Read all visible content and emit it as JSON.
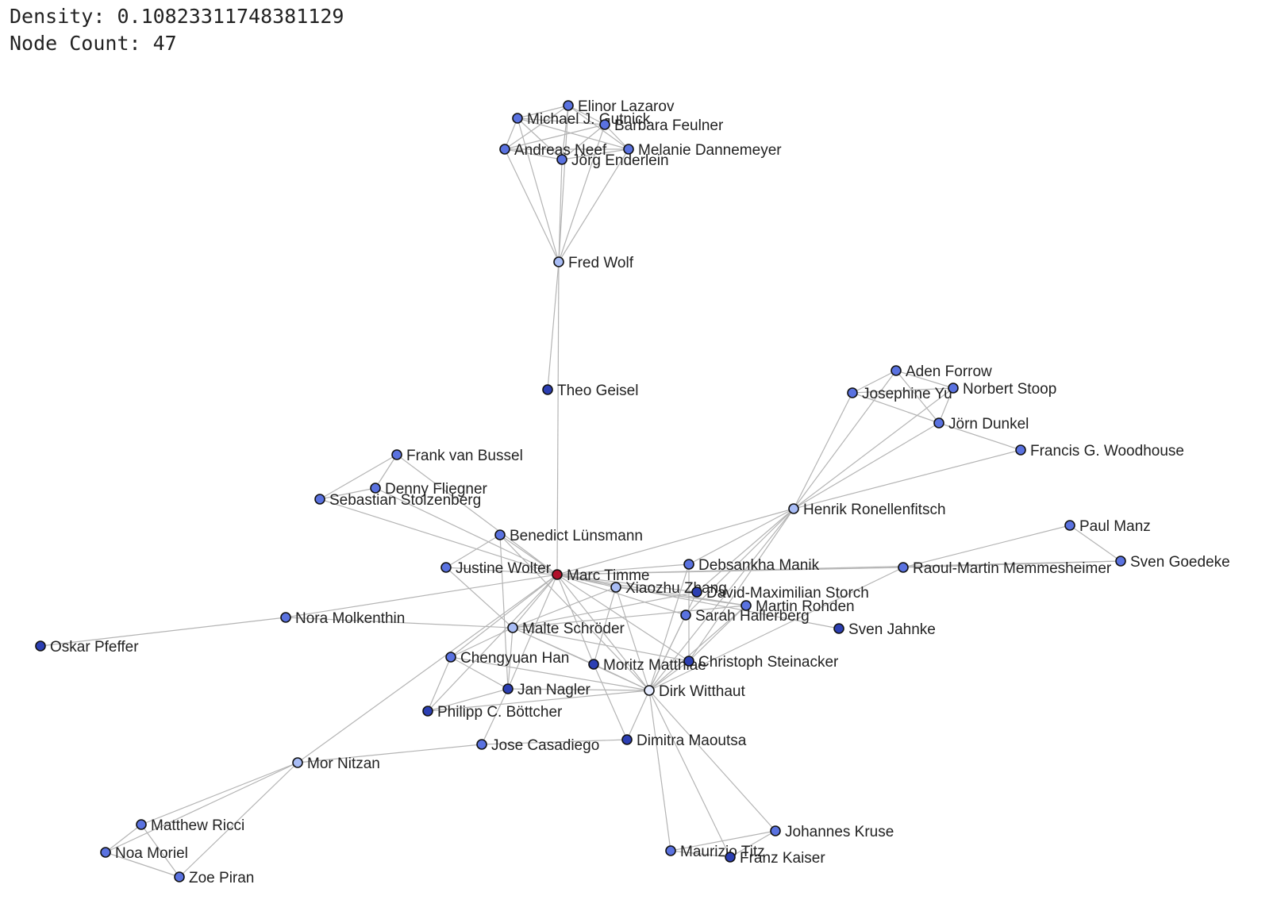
{
  "stats": {
    "density_text": "Density: 0.10823311748381129",
    "node_count_text": "Node Count: 47"
  },
  "colors": {
    "edge": "#b4b4b4",
    "node_stroke": "#111111",
    "label": "#222222",
    "focus_node": "#b0102a",
    "high_degree": "#2c3fb3",
    "mid_degree": "#5a72e0",
    "low_degree": "#a8bcf5",
    "leaf": "#e6ecff"
  },
  "graph": {
    "nodes": [
      {
        "id": "marc_timme",
        "label": "Marc Timme",
        "tone": "focus_node"
      },
      {
        "id": "elinor_lazarov",
        "label": "Elinor Lazarov",
        "tone": "mid_degree"
      },
      {
        "id": "michael_gutnick",
        "label": "Michael J. Gutnick",
        "tone": "mid_degree"
      },
      {
        "id": "barbara_feulner",
        "label": "Barbara Feulner",
        "tone": "mid_degree"
      },
      {
        "id": "andreas_neef",
        "label": "Andreas Neef",
        "tone": "mid_degree"
      },
      {
        "id": "melanie_dannemeyer",
        "label": "Melanie Dannemeyer",
        "tone": "mid_degree"
      },
      {
        "id": "jorg_enderlein",
        "label": "Jörg Enderlein",
        "tone": "mid_degree"
      },
      {
        "id": "fred_wolf",
        "label": "Fred Wolf",
        "tone": "low_degree"
      },
      {
        "id": "theo_geisel",
        "label": "Theo Geisel",
        "tone": "high_degree"
      },
      {
        "id": "aden_forrow",
        "label": "Aden Forrow",
        "tone": "mid_degree"
      },
      {
        "id": "josephine_yu",
        "label": "Josephine Yu",
        "tone": "mid_degree"
      },
      {
        "id": "norbert_stoop",
        "label": "Norbert Stoop",
        "tone": "mid_degree"
      },
      {
        "id": "jorn_dunkel",
        "label": "Jörn Dunkel",
        "tone": "mid_degree"
      },
      {
        "id": "francis_woodhouse",
        "label": "Francis G. Woodhouse",
        "tone": "mid_degree"
      },
      {
        "id": "henrik_ronellenfitsch",
        "label": "Henrik Ronellenfitsch",
        "tone": "low_degree"
      },
      {
        "id": "frank_van_bussel",
        "label": "Frank van Bussel",
        "tone": "mid_degree"
      },
      {
        "id": "denny_fliegner",
        "label": "Denny Fliegner",
        "tone": "mid_degree"
      },
      {
        "id": "sebastian_stolzenberg",
        "label": "Sebastian Stolzenberg",
        "tone": "mid_degree"
      },
      {
        "id": "benedict_lunsmann",
        "label": "Benedict Lünsmann",
        "tone": "mid_degree"
      },
      {
        "id": "justine_wolter",
        "label": "Justine Wolter",
        "tone": "mid_degree"
      },
      {
        "id": "paul_manz",
        "label": "Paul Manz",
        "tone": "mid_degree"
      },
      {
        "id": "sven_goedeke",
        "label": "Sven Goedeke",
        "tone": "mid_degree"
      },
      {
        "id": "raoul_memmesheimer",
        "label": "Raoul-Martin Memmesheimer",
        "tone": "mid_degree"
      },
      {
        "id": "debsankha_manik",
        "label": "Debsankha Manik",
        "tone": "mid_degree"
      },
      {
        "id": "xiaozhu_zhang",
        "label": "Xiaozhu Zhang",
        "tone": "low_degree"
      },
      {
        "id": "david_storch",
        "label": "David-Maximilian Storch",
        "tone": "high_degree"
      },
      {
        "id": "martin_rohden",
        "label": "Martin Rohden",
        "tone": "mid_degree"
      },
      {
        "id": "sarah_hallerberg",
        "label": "Sarah Hallerberg",
        "tone": "mid_degree"
      },
      {
        "id": "sven_jahnke",
        "label": "Sven Jahnke",
        "tone": "high_degree"
      },
      {
        "id": "nora_molkenthin",
        "label": "Nora Molkenthin",
        "tone": "mid_degree"
      },
      {
        "id": "oskar_pfeffer",
        "label": "Oskar Pfeffer",
        "tone": "high_degree"
      },
      {
        "id": "malte_schroder",
        "label": "Malte Schröder",
        "tone": "low_degree"
      },
      {
        "id": "chengyuan_han",
        "label": "Chengyuan Han",
        "tone": "mid_degree"
      },
      {
        "id": "moritz_matthiae",
        "label": "Moritz Matthiae",
        "tone": "high_degree"
      },
      {
        "id": "christoph_steinacker",
        "label": "Christoph Steinacker",
        "tone": "high_degree"
      },
      {
        "id": "jan_nagler",
        "label": "Jan Nagler",
        "tone": "high_degree"
      },
      {
        "id": "dirk_witthaut",
        "label": "Dirk Witthaut",
        "tone": "leaf"
      },
      {
        "id": "philipp_bottcher",
        "label": "Philipp C. Böttcher",
        "tone": "high_degree"
      },
      {
        "id": "jose_casadiego",
        "label": "Jose Casadiego",
        "tone": "mid_degree"
      },
      {
        "id": "dimitra_maoutsa",
        "label": "Dimitra Maoutsa",
        "tone": "high_degree"
      },
      {
        "id": "mor_nitzan",
        "label": "Mor Nitzan",
        "tone": "low_degree"
      },
      {
        "id": "matthew_ricci",
        "label": "Matthew Ricci",
        "tone": "mid_degree"
      },
      {
        "id": "noa_moriel",
        "label": "Noa Moriel",
        "tone": "mid_degree"
      },
      {
        "id": "zoe_piran",
        "label": "Zoe Piran",
        "tone": "mid_degree"
      },
      {
        "id": "johannes_kruse",
        "label": "Johannes Kruse",
        "tone": "mid_degree"
      },
      {
        "id": "maurizio_titz",
        "label": "Maurizio Titz",
        "tone": "mid_degree"
      },
      {
        "id": "franz_kaiser",
        "label": "Franz Kaiser",
        "tone": "high_degree"
      }
    ],
    "edges": [
      [
        "elinor_lazarov",
        "michael_gutnick"
      ],
      [
        "elinor_lazarov",
        "barbara_feulner"
      ],
      [
        "elinor_lazarov",
        "andreas_neef"
      ],
      [
        "elinor_lazarov",
        "melanie_dannemeyer"
      ],
      [
        "elinor_lazarov",
        "jorg_enderlein"
      ],
      [
        "elinor_lazarov",
        "fred_wolf"
      ],
      [
        "michael_gutnick",
        "barbara_feulner"
      ],
      [
        "michael_gutnick",
        "andreas_neef"
      ],
      [
        "michael_gutnick",
        "melanie_dannemeyer"
      ],
      [
        "michael_gutnick",
        "jorg_enderlein"
      ],
      [
        "michael_gutnick",
        "fred_wolf"
      ],
      [
        "barbara_feulner",
        "andreas_neef"
      ],
      [
        "barbara_feulner",
        "melanie_dannemeyer"
      ],
      [
        "barbara_feulner",
        "jorg_enderlein"
      ],
      [
        "barbara_feulner",
        "fred_wolf"
      ],
      [
        "andreas_neef",
        "melanie_dannemeyer"
      ],
      [
        "andreas_neef",
        "jorg_enderlein"
      ],
      [
        "andreas_neef",
        "fred_wolf"
      ],
      [
        "melanie_dannemeyer",
        "jorg_enderlein"
      ],
      [
        "melanie_dannemeyer",
        "fred_wolf"
      ],
      [
        "jorg_enderlein",
        "fred_wolf"
      ],
      [
        "fred_wolf",
        "theo_geisel"
      ],
      [
        "fred_wolf",
        "marc_timme"
      ],
      [
        "aden_forrow",
        "josephine_yu"
      ],
      [
        "aden_forrow",
        "norbert_stoop"
      ],
      [
        "aden_forrow",
        "jorn_dunkel"
      ],
      [
        "aden_forrow",
        "henrik_ronellenfitsch"
      ],
      [
        "josephine_yu",
        "norbert_stoop"
      ],
      [
        "josephine_yu",
        "jorn_dunkel"
      ],
      [
        "josephine_yu",
        "henrik_ronellenfitsch"
      ],
      [
        "norbert_stoop",
        "jorn_dunkel"
      ],
      [
        "norbert_stoop",
        "henrik_ronellenfitsch"
      ],
      [
        "jorn_dunkel",
        "francis_woodhouse"
      ],
      [
        "jorn_dunkel",
        "henrik_ronellenfitsch"
      ],
      [
        "francis_woodhouse",
        "henrik_ronellenfitsch"
      ],
      [
        "henrik_ronellenfitsch",
        "marc_timme"
      ],
      [
        "henrik_ronellenfitsch",
        "debsankha_manik"
      ],
      [
        "henrik_ronellenfitsch",
        "david_storch"
      ],
      [
        "henrik_ronellenfitsch",
        "sarah_hallerberg"
      ],
      [
        "henrik_ronellenfitsch",
        "christoph_steinacker"
      ],
      [
        "henrik_ronellenfitsch",
        "dirk_witthaut"
      ],
      [
        "frank_van_bussel",
        "denny_fliegner"
      ],
      [
        "frank_van_bussel",
        "sebastian_stolzenberg"
      ],
      [
        "frank_van_bussel",
        "marc_timme"
      ],
      [
        "denny_fliegner",
        "sebastian_stolzenberg"
      ],
      [
        "denny_fliegner",
        "marc_timme"
      ],
      [
        "sebastian_stolzenberg",
        "marc_timme"
      ],
      [
        "benedict_lunsmann",
        "marc_timme"
      ],
      [
        "benedict_lunsmann",
        "justine_wolter"
      ],
      [
        "benedict_lunsmann",
        "jan_nagler"
      ],
      [
        "benedict_lunsmann",
        "dirk_witthaut"
      ],
      [
        "justine_wolter",
        "marc_timme"
      ],
      [
        "justine_wolter",
        "malte_schroder"
      ],
      [
        "paul_manz",
        "sven_goedeke"
      ],
      [
        "paul_manz",
        "raoul_memmesheimer"
      ],
      [
        "sven_goedeke",
        "raoul_memmesheimer"
      ],
      [
        "sven_goedeke",
        "marc_timme"
      ],
      [
        "raoul_memmesheimer",
        "marc_timme"
      ],
      [
        "raoul_memmesheimer",
        "dirk_witthaut"
      ],
      [
        "marc_timme",
        "debsankha_manik"
      ],
      [
        "marc_timme",
        "xiaozhu_zhang"
      ],
      [
        "marc_timme",
        "david_storch"
      ],
      [
        "marc_timme",
        "martin_rohden"
      ],
      [
        "marc_timme",
        "sarah_hallerberg"
      ],
      [
        "marc_timme",
        "sven_jahnke"
      ],
      [
        "marc_timme",
        "nora_molkenthin"
      ],
      [
        "marc_timme",
        "malte_schroder"
      ],
      [
        "marc_timme",
        "chengyuan_han"
      ],
      [
        "marc_timme",
        "moritz_matthiae"
      ],
      [
        "marc_timme",
        "christoph_steinacker"
      ],
      [
        "marc_timme",
        "jan_nagler"
      ],
      [
        "marc_timme",
        "dirk_witthaut"
      ],
      [
        "marc_timme",
        "philipp_bottcher"
      ],
      [
        "marc_timme",
        "mor_nitzan"
      ],
      [
        "xiaozhu_zhang",
        "martin_rohden"
      ],
      [
        "xiaozhu_zhang",
        "moritz_matthiae"
      ],
      [
        "xiaozhu_zhang",
        "dirk_witthaut"
      ],
      [
        "xiaozhu_zhang",
        "malte_schroder"
      ],
      [
        "debsankha_manik",
        "dirk_witthaut"
      ],
      [
        "debsankha_manik",
        "christoph_steinacker"
      ],
      [
        "david_storch",
        "dirk_witthaut"
      ],
      [
        "david_storch",
        "malte_schroder"
      ],
      [
        "martin_rohden",
        "dirk_witthaut"
      ],
      [
        "martin_rohden",
        "christoph_steinacker"
      ],
      [
        "martin_rohden",
        "malte_schroder"
      ],
      [
        "sarah_hallerberg",
        "dirk_witthaut"
      ],
      [
        "nora_molkenthin",
        "oskar_pfeffer"
      ],
      [
        "nora_molkenthin",
        "malte_schroder"
      ],
      [
        "malte_schroder",
        "chengyuan_han"
      ],
      [
        "malte_schroder",
        "moritz_matthiae"
      ],
      [
        "malte_schroder",
        "jan_nagler"
      ],
      [
        "malte_schroder",
        "dirk_witthaut"
      ],
      [
        "malte_schroder",
        "christoph_steinacker"
      ],
      [
        "chengyuan_han",
        "jan_nagler"
      ],
      [
        "chengyuan_han",
        "philipp_bottcher"
      ],
      [
        "chengyuan_han",
        "dirk_witthaut"
      ],
      [
        "moritz_matthiae",
        "dirk_witthaut"
      ],
      [
        "moritz_matthiae",
        "dimitra_maoutsa"
      ],
      [
        "christoph_steinacker",
        "dirk_witthaut"
      ],
      [
        "jan_nagler",
        "dirk_witthaut"
      ],
      [
        "jan_nagler",
        "philipp_bottcher"
      ],
      [
        "philipp_bottcher",
        "dirk_witthaut"
      ],
      [
        "jose_casadiego",
        "dimitra_maoutsa"
      ],
      [
        "jose_casadiego",
        "mor_nitzan"
      ],
      [
        "jose_casadiego",
        "jan_nagler"
      ],
      [
        "dimitra_maoutsa",
        "dirk_witthaut"
      ],
      [
        "dirk_witthaut",
        "johannes_kruse"
      ],
      [
        "dirk_witthaut",
        "maurizio_titz"
      ],
      [
        "dirk_witthaut",
        "franz_kaiser"
      ],
      [
        "johannes_kruse",
        "maurizio_titz"
      ],
      [
        "johannes_kruse",
        "franz_kaiser"
      ],
      [
        "maurizio_titz",
        "franz_kaiser"
      ],
      [
        "mor_nitzan",
        "matthew_ricci"
      ],
      [
        "mor_nitzan",
        "noa_moriel"
      ],
      [
        "mor_nitzan",
        "zoe_piran"
      ],
      [
        "matthew_ricci",
        "noa_moriel"
      ],
      [
        "matthew_ricci",
        "zoe_piran"
      ],
      [
        "noa_moriel",
        "zoe_piran"
      ]
    ]
  }
}
